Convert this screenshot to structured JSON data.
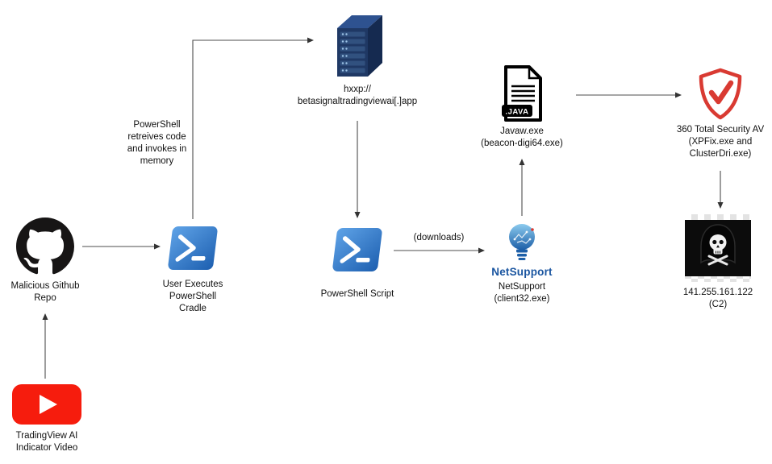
{
  "nodes": {
    "youtube": {
      "label": "TradingView AI\nIndicator Video"
    },
    "github": {
      "label": "Malicious Github\nRepo"
    },
    "cradle": {
      "label": "User Executes\nPowerShell\nCradle"
    },
    "server": {
      "label": "hxxp://\nbetasignaltradingviewai[.]app"
    },
    "ps_script": {
      "label": "PowerShell Script"
    },
    "netsupport": {
      "logo": "NetSupport",
      "label": "NetSupport\n(client32.exe)"
    },
    "java": {
      "badge": ".JAVA",
      "label": "Javaw.exe\n(beacon-digi64.exe)"
    },
    "av": {
      "label": "360 Total Security AV\n(XPFix.exe and\nClusterDri.exe)"
    },
    "c2": {
      "label": "141.255.161.122\n(C2)"
    }
  },
  "edges": {
    "downloads_label": "(downloads)",
    "cradle_note": "PowerShell\nretreives code\nand invokes in\nmemory"
  },
  "colors": {
    "powershell_blue": "#2D76C9",
    "server_navy": "#1F3864",
    "youtube_red": "#F61C0D",
    "shield_red": "#D93A32",
    "netsupport_blue": "#1A55A0",
    "arrow_gray": "#4D4D4D"
  }
}
